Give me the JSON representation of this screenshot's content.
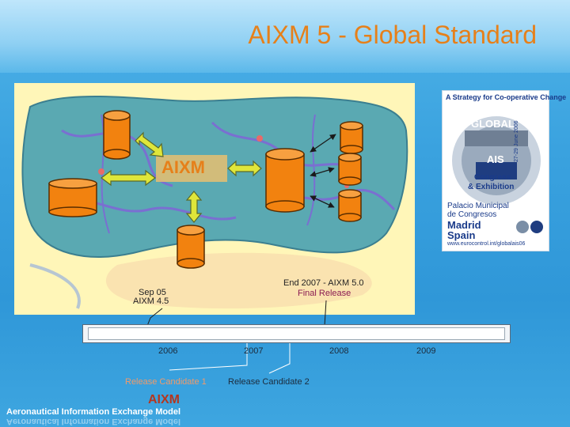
{
  "slide": {
    "title": "AIXM 5 - Global Standard"
  },
  "map": {
    "center_label": "AIXM"
  },
  "logo_panel": {
    "tagline": "A Strategy for Co-operative Change",
    "graphic_title_1": "GLOBAL",
    "graphic_title_2": "AIS",
    "graphic_sub_1": "Congress",
    "graphic_sub_2": "& Exhibition",
    "date_vertical": "27-29 June 2006",
    "venue_1": "Palacio Municipal",
    "venue_2": "de Congresos",
    "city": "Madrid",
    "country": "Spain",
    "url": "www.eurocontrol.int/globalais06"
  },
  "timeline": {
    "years": [
      "2006",
      "2007",
      "2008",
      "2009"
    ],
    "milestones": {
      "sep05_date": "Sep 05",
      "sep05_name": "AIXM 4.5",
      "end2007_label": "End 2007 - AIXM 5.0",
      "end2007_sub": "Final Release",
      "rc1": "Release Candidate 1",
      "rc2": "Release Candidate 2"
    },
    "colors": {
      "aixm45_marker": "#f2e14a",
      "rc_marker": "#ffffff",
      "final_marker": "#e86bb5"
    }
  },
  "footer": {
    "logo": "AIXM",
    "subtitle": "Aeronautical Information Exchange Model"
  }
}
